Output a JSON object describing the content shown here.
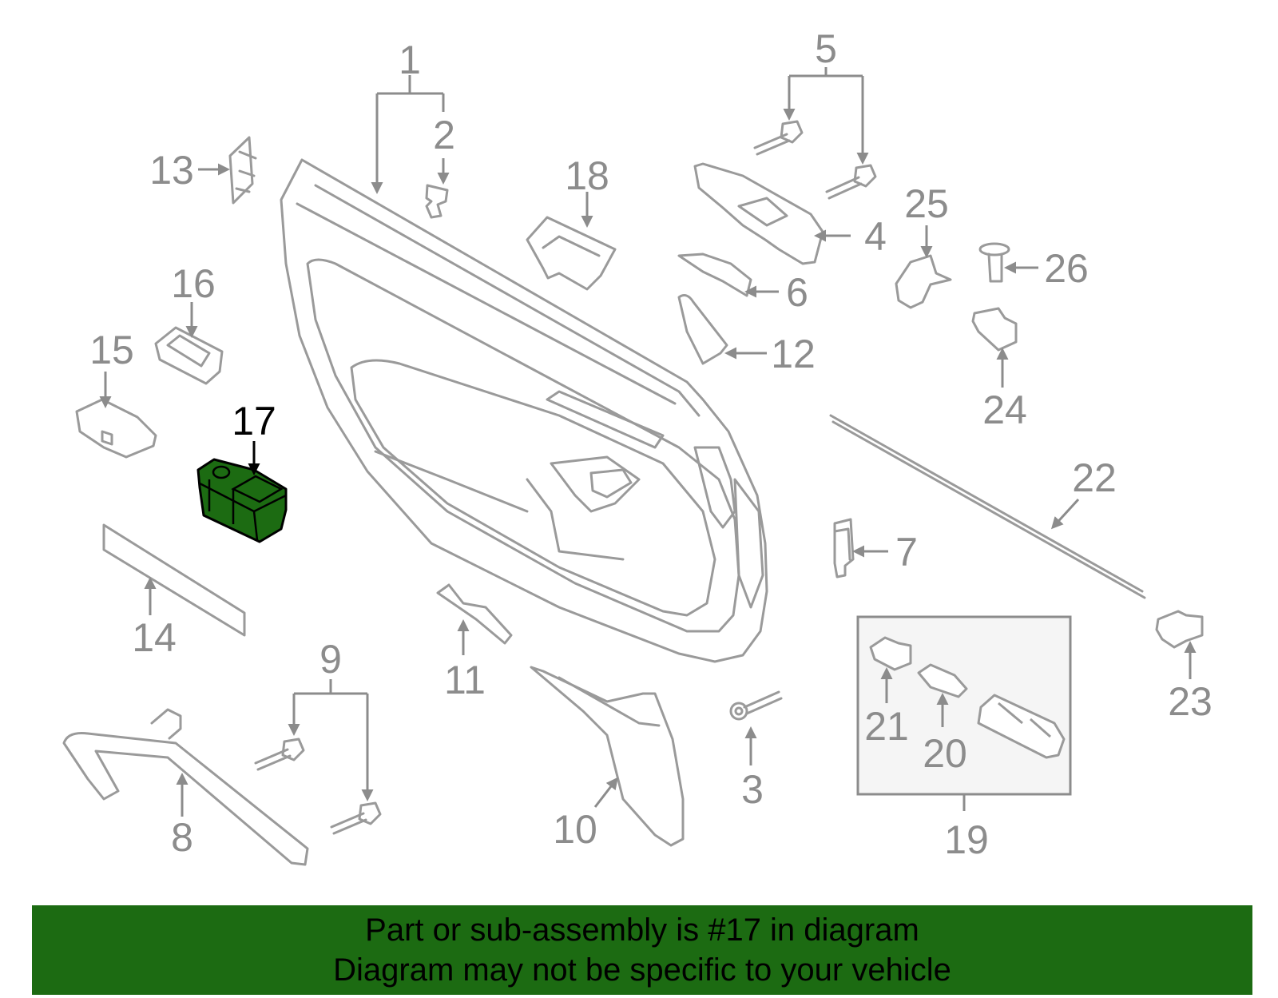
{
  "diagram": {
    "highlight_color": "#1c6b12",
    "highlighted_part": "17",
    "callouts": [
      "1",
      "2",
      "3",
      "4",
      "5",
      "6",
      "7",
      "8",
      "9",
      "10",
      "11",
      "12",
      "13",
      "14",
      "15",
      "16",
      "17",
      "18",
      "19",
      "20",
      "21",
      "22",
      "23",
      "24",
      "25",
      "26"
    ]
  },
  "banner": {
    "line1": "Part or sub-assembly is #17 in diagram",
    "line2": "Diagram may not be specific to your vehicle",
    "background": "#1c6b12"
  }
}
